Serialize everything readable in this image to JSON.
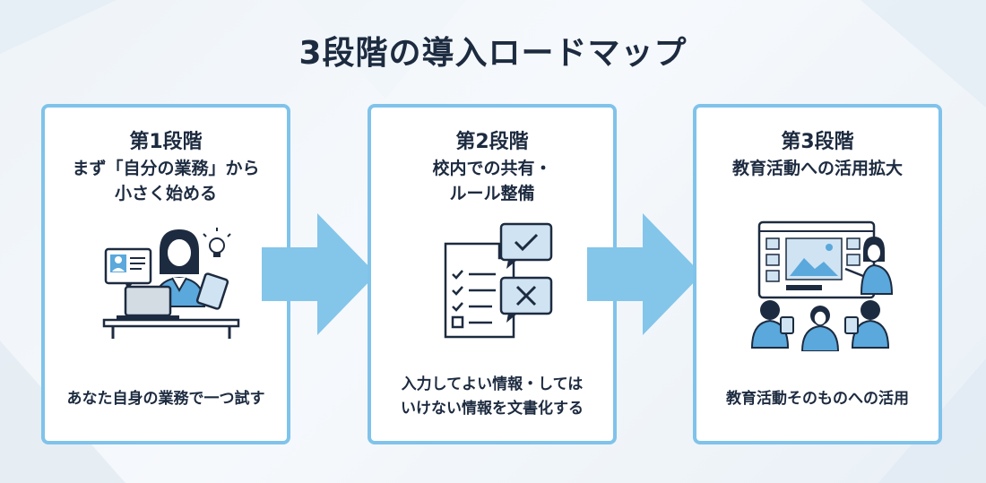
{
  "title": "3段階の導入ロードマップ",
  "stages": [
    {
      "label": "第1段階",
      "subtitle_lines": [
        "まず「自分の業務」から",
        "小さく始める"
      ],
      "description_lines": [
        "あなた自身の業務で一つ試す"
      ],
      "illustration": "teacher-laptop-tablet-illustration"
    },
    {
      "label": "第2段階",
      "subtitle_lines": [
        "校内での共有・",
        "ルール整備"
      ],
      "description_lines": [
        "入力してよい情報・しては",
        "いけない情報を文書化する"
      ],
      "illustration": "checklist-document-illustration"
    },
    {
      "label": "第3段階",
      "subtitle_lines": [
        "教育活動への活用拡大"
      ],
      "description_lines": [
        "教育活動そのものへの活用"
      ],
      "illustration": "classroom-screen-illustration"
    }
  ],
  "arrows": [
    "arrow-right-icon",
    "arrow-right-icon"
  ],
  "colors": {
    "card_border": "#7fc3ea",
    "arrow": "#84c5ea",
    "navy": "#1d2b40",
    "accent_blue": "#5aa8dc"
  }
}
